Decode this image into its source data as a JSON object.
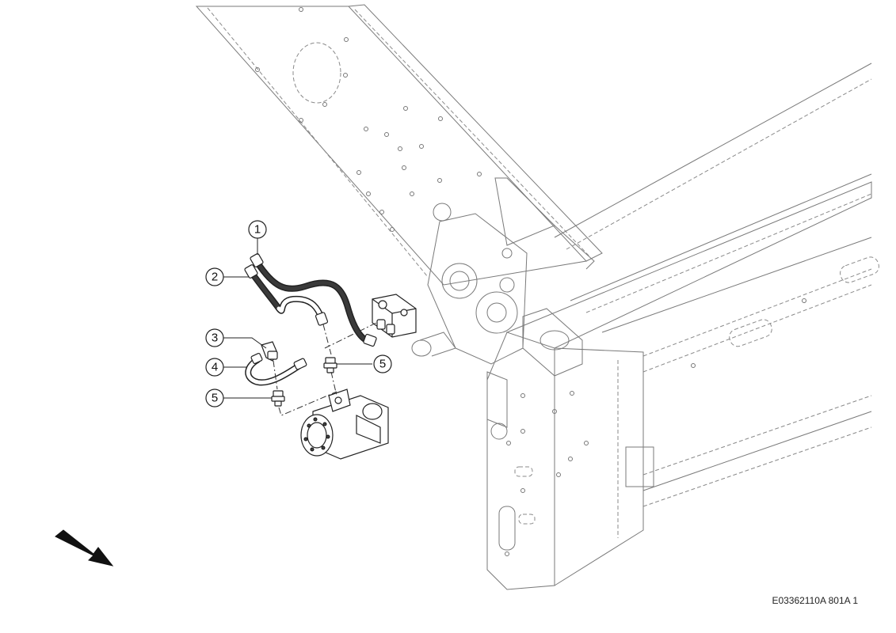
{
  "callouts": [
    {
      "label": "1"
    },
    {
      "label": "2"
    },
    {
      "label": "3"
    },
    {
      "label": "4"
    },
    {
      "label": "5"
    },
    {
      "label": "5"
    }
  ],
  "document_id": "E03362110A 801A 1",
  "icons": [
    "direction-arrow-icon"
  ]
}
